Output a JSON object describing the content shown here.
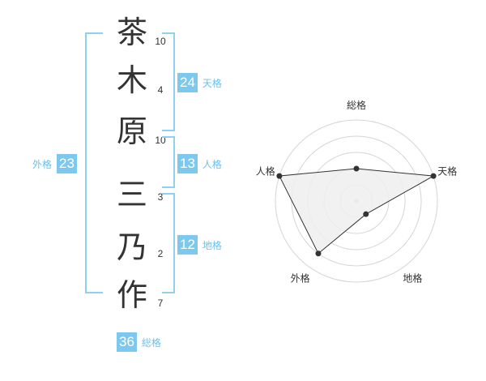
{
  "name": {
    "chars": [
      "茶",
      "木",
      "原",
      "三",
      "乃",
      "作"
    ],
    "strokes": [
      "10",
      "4",
      "10",
      "3",
      "2",
      "7"
    ]
  },
  "badges": {
    "tenkaku": {
      "value": "24",
      "label": "天格"
    },
    "jinkaku": {
      "value": "13",
      "label": "人格"
    },
    "chikaku": {
      "value": "12",
      "label": "地格"
    },
    "gaikaku": {
      "value": "23",
      "label": "外格"
    },
    "soukaku": {
      "value": "36",
      "label": "総格"
    }
  },
  "chart_data": {
    "type": "radar",
    "axes": [
      "総格",
      "天格",
      "地格",
      "外格",
      "人格"
    ],
    "values": [
      2,
      5,
      1,
      4,
      5
    ],
    "max": 5,
    "rings": 5,
    "fill": "#eeeeee",
    "stroke": "#333333"
  }
}
